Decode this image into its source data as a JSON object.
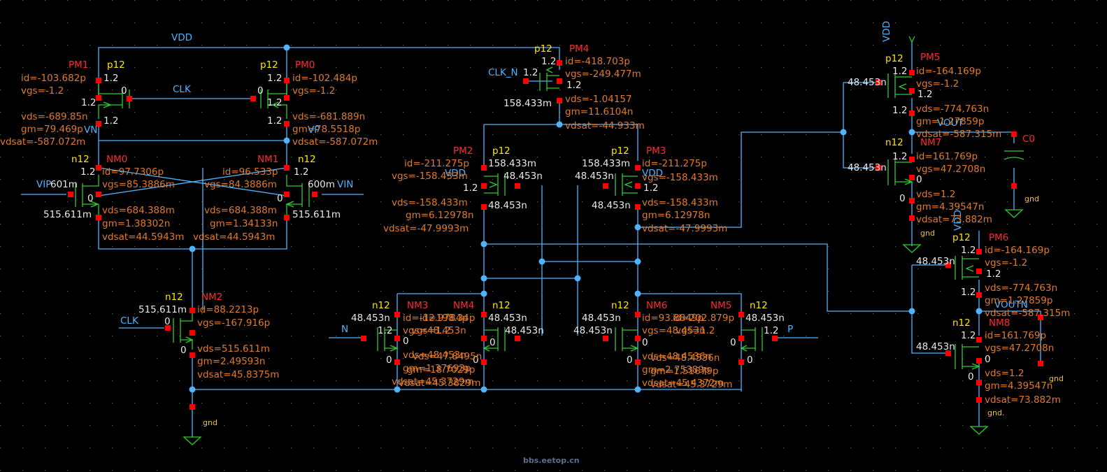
{
  "watermark": "bbs.eetop.cn",
  "nets": {
    "vdd": "VDD",
    "clk": "CLK",
    "clk_n": "CLK_N",
    "vin": "VIN",
    "vip": "VIP",
    "n": "N",
    "p": "P",
    "vdd_m": "VDD",
    "vout": "VOUT",
    "vout_n": "VOUTN",
    "vn": "VN",
    "vp": "VP",
    "gnd": "gnd",
    "gnd_dot": "gnd.",
    "cap": "C0"
  },
  "common": {
    "ptype": "p12",
    "ntype": "n12",
    "v12": "1.2",
    "zero": "0",
    "vgs_m12": "vgs=-1.2",
    "vgs_12": "vgs=1.2",
    "vds_12": "vds=1.2",
    "w48": "48.453n",
    "w158": "158.433m",
    "w515": "515.611m",
    "w601": "601m",
    "w600": "600m"
  },
  "devices": {
    "PM1": {
      "name": "PM1",
      "id": "id=-103.682p",
      "vds": "vds=-689.85n",
      "gm": "gm=79.469p",
      "vdsat": "vdsat=-587.072m"
    },
    "PM0": {
      "name": "PM0",
      "id": "id=-102.484p",
      "vds": "vds=-681.889n",
      "gm": "gm=78.5518p",
      "vdsat": "vdsat=-587.072m"
    },
    "PM4": {
      "name": "PM4",
      "id": "id=-418.703p",
      "vgs": "vgs=-249.477m",
      "vds": "vds=-1.04157",
      "gm": "gm=11.6104n",
      "vdsat": "vdsat=-44.933m"
    },
    "NM0": {
      "name": "NM0",
      "id": "id=97.7306p",
      "vgs": "vgs=85.3886m",
      "vds": "vds=684.388m",
      "gm": "gm=1.38302n",
      "vdsat": "vdsat=44.5943m"
    },
    "NM1": {
      "name": "NM1",
      "id": "id=96.533p",
      "vgs": "vgs=84.3886m",
      "vds": "vds=684.388m",
      "gm": "gm=1.34133n",
      "vdsat": "vdsat=44.5943m"
    },
    "PM2": {
      "name": "PM2",
      "id": "id=-211.275p",
      "vgs": "vgs=-158.433m",
      "vds": "vds=-158.433m",
      "gm": "gm=6.12978n",
      "vdsat": "vdsat=-47.9993m"
    },
    "PM3": {
      "name": "PM3",
      "id": "id=-211.275p",
      "vgs": "vgs=-158.433m",
      "vds": "vds=-158.433m",
      "gm": "gm=6.12978n",
      "vdsat": "vdsat=-47.9993m"
    },
    "NM2": {
      "name": "NM2",
      "id": "id=88.2213p",
      "vgs": "vgs=-167.916p",
      "vds": "vds=515.611m",
      "gm": "gm=2.49593n",
      "vdsat": "vdsat=45.8375m"
    },
    "NM3": {
      "name": "NM3",
      "id": "id=-12.9784p",
      "vgs": "vgs=48.453n",
      "vds": "vds=48.453n",
      "gm": "gm=1.37693p",
      "vdsat": "vdsat=45.3729m"
    },
    "NM4": {
      "name": "NM4",
      "id": "id=198.34p",
      "vgs": "vgs=1.2",
      "vds": "vds=47.8495n",
      "gm": "gm=18.7029p",
      "vdsat": "vdsat=45.3829m"
    },
    "NM6": {
      "name": "NM6",
      "id": "id=93.8849p",
      "vgs": "vgs=48.453n",
      "vds": "vds=48.4536n",
      "gm": "gm=2.75389p",
      "vdsat": "vdsat=45.4372m"
    },
    "NM5": {
      "name": "NM5",
      "id": "id=202.879p",
      "vgs": "vgs=1.2",
      "vds": "vds=48.4536n",
      "gm": "gm=1.51679p",
      "vdsat": "vdsat=45.3729m"
    },
    "PM5": {
      "name": "PM5",
      "id": "id=-164.169p",
      "vds": "vds=-774.763n",
      "gm": "gm=1.27859p",
      "vdsat": "vdsat=-587.315m"
    },
    "NM7": {
      "name": "NM7",
      "id": "id=161.769p",
      "vgs": "vgs=47.2708n",
      "gm": "gm=4.39547n",
      "vdsat": "vdsat=73.882m"
    },
    "PM6": {
      "name": "PM6",
      "id": "id=-164.169p",
      "vds": "vds=-774.763n",
      "gm": "gm=1.27859p",
      "vdsat": "vdsat=-587.315m"
    },
    "NM8": {
      "name": "NM8",
      "id": "id=161.769p",
      "vgs": "vgs=47.2708n",
      "gm": "gm=4.39547n",
      "vdsat": "vdsat=73.882m"
    }
  },
  "colors": {
    "background": "#000000",
    "wire": "#4fb4ff",
    "device": "#2ecc2e",
    "pin": "#ff0000",
    "annotation": "#e07a2b",
    "inst_name": "#ff2b2b",
    "model": "#ffe600"
  }
}
